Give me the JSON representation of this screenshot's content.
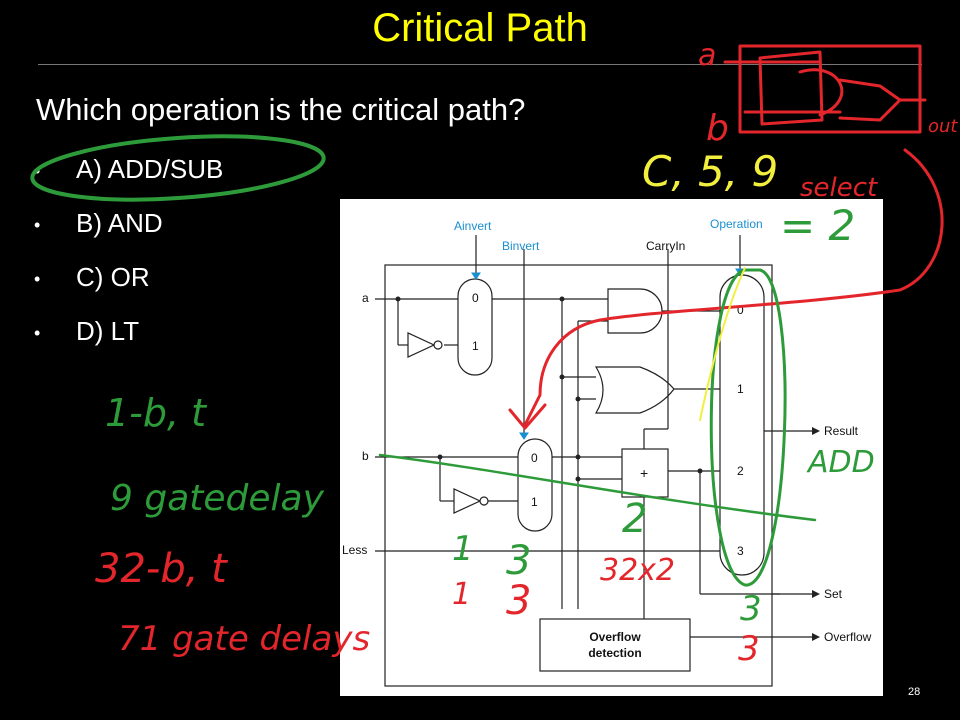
{
  "slide": {
    "title": "Critical Path",
    "question": "Which operation is the critical path?",
    "options": [
      {
        "bullet": "•",
        "label": "A) ADD/SUB"
      },
      {
        "bullet": "•",
        "label": "B) AND"
      },
      {
        "bullet": "•",
        "label": "C) OR"
      },
      {
        "bullet": "•",
        "label": "D) LT"
      }
    ],
    "page_number": "28"
  },
  "figure": {
    "signals": {
      "ainvert": "Ainvert",
      "binvert": "Binvert",
      "carryin": "CarryIn",
      "operation": "Operation",
      "a": "a",
      "b": "b",
      "less": "Less",
      "result": "Result",
      "set": "Set",
      "overflow": "Overflow"
    },
    "mux_inputs": {
      "a_mux": [
        "0",
        "1"
      ],
      "b_mux": [
        "0",
        "1"
      ],
      "result_mux": [
        "0",
        "1",
        "2",
        "3"
      ]
    },
    "adder_symbol": "+",
    "overflow_box": [
      "Overflow",
      "detection"
    ]
  },
  "annotations": {
    "colors": {
      "red": "#e3262b",
      "green": "#2e9b3a",
      "yellow": "#f2ef3f",
      "yellow_green": "#c8e04a"
    },
    "handwritten_text": [
      "a",
      "b",
      "out",
      "C, 5, 9",
      "select",
      "= 2",
      "ADD",
      "1-b, t",
      "9 gatedelay",
      "32-b, t",
      "71 gate delays",
      "1",
      "3",
      "1",
      "3",
      "2",
      "32x2",
      "3",
      "3"
    ]
  }
}
